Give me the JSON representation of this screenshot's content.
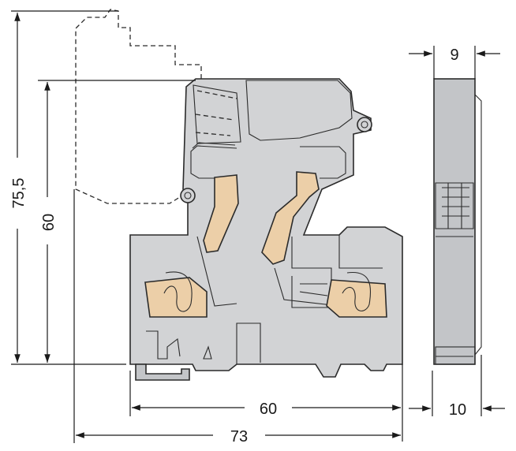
{
  "dimensions": {
    "overall_height": "75,5",
    "body_height": "60",
    "top_width": "9",
    "bottom_width": "10",
    "inner_length": "60",
    "overall_length": "73"
  },
  "colors": {
    "body_fill": "#d2d3d5",
    "body_shade": "#c3c5c8",
    "clamp_fill": "#eccfa8",
    "line": "#1a1a1a"
  }
}
